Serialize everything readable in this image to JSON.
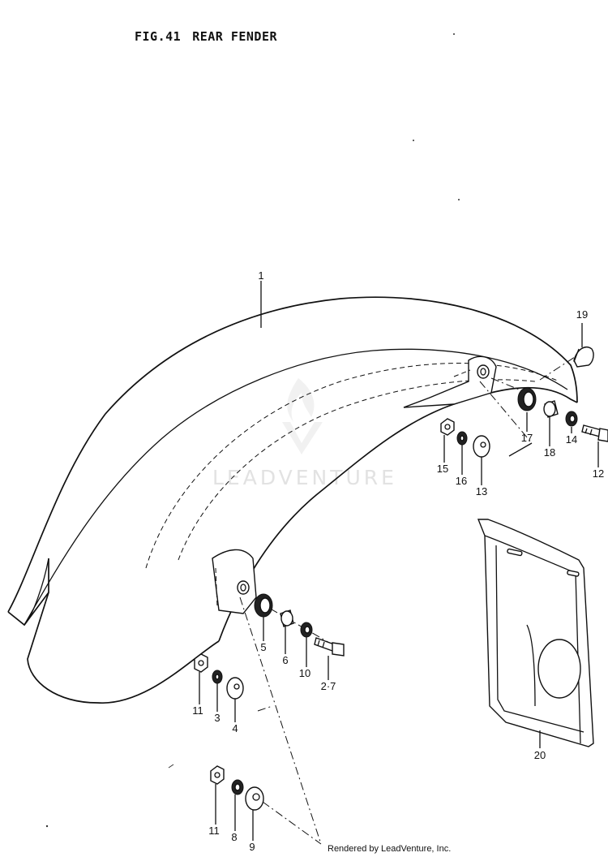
{
  "figure": {
    "number": "FIG.41",
    "title": "REAR FENDER"
  },
  "watermark": "LEADVENTURE",
  "footer": "Rendered by LeadVenture, Inc.",
  "callouts": {
    "p1": "1",
    "p19": "19",
    "p17": "17",
    "p18": "18",
    "p14": "14",
    "p12": "12",
    "p15": "15",
    "p16": "16",
    "p13": "13",
    "p5": "5",
    "p6": "6",
    "p10": "10",
    "p27": "2·7",
    "p11a": "11",
    "p3": "3",
    "p4": "4",
    "p20": "20",
    "p11b": "11",
    "p8": "8",
    "p9": "9"
  }
}
